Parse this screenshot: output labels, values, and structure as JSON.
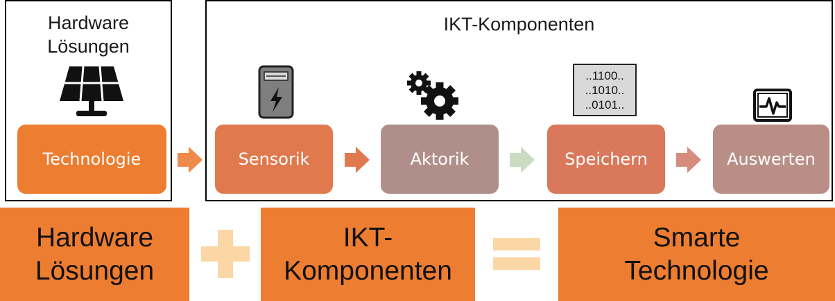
{
  "hardware_frame": {
    "title_line1": "Hardware",
    "title_line2": "Lösungen",
    "step_label": "Technologie"
  },
  "ikt_frame": {
    "title": "IKT-Komponenten",
    "steps": [
      {
        "label": "Sensorik",
        "color": "#e07a4e",
        "icon": "smart-meter-icon"
      },
      {
        "label": "Aktorik",
        "color": "#b08f8a",
        "icon": "gears-icon"
      },
      {
        "label": "Speichern",
        "color": "#d9785a",
        "icon": "binary-data-icon"
      },
      {
        "label": "Auswerten",
        "color": "#b98e86",
        "icon": "tablet-pulse-icon"
      }
    ],
    "binary_lines": [
      "..1100..",
      "..1010..",
      "..0101.."
    ]
  },
  "equation": {
    "left_line1": "Hardware",
    "left_line2": "Lösungen",
    "operator_plus": "+",
    "middle_line1": "IKT-",
    "middle_line2": "Komponenten",
    "operator_equals": "=",
    "right_line1": "Smarte",
    "right_line2": "Technologie"
  },
  "colors": {
    "orange": "#ed7d31",
    "arrow_orange": "#ef8a4a",
    "arrow_green": "#c9dcc2",
    "arrow_rose": "#d58c7c",
    "operator_light": "#fbd7a6"
  }
}
